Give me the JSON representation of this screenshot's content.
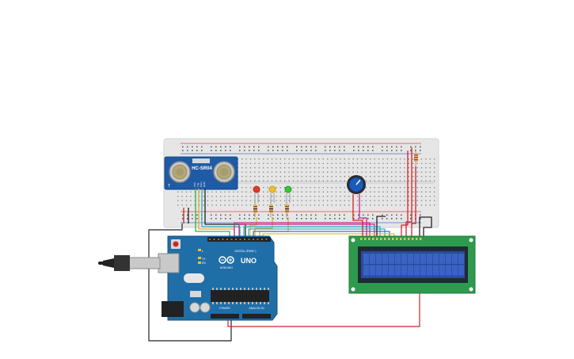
{
  "colors": {
    "background": "#ffffff",
    "breadboard": "#e6e6e6",
    "breadboard_hole": "#5a5a5a",
    "rail_red": "#d94b4b",
    "rail_blue": "#4b6fd9",
    "sensor_board": "#1f5aa6",
    "arduino_board": "#1f6ea8",
    "arduino_dark": "#174f7e",
    "header_black": "#222222",
    "lcd_board": "#2e9a4e",
    "lcd_bezel": "#1f2a33",
    "lcd_screen": "#2a4c9e",
    "lcd_cell": "#3a63c4",
    "pot_blue": "#1c5bb8",
    "wire_red": "#d2232a",
    "wire_black": "#222222",
    "wire_green": "#2bb34a",
    "wire_orange": "#e8a23a",
    "wire_yellow": "#e3c21c",
    "wire_magenta": "#c2288f",
    "wire_cyan": "#2bb3c4",
    "wire_blue": "#3a6fc4",
    "led_red": "#e23a2a",
    "led_yellow": "#f0c02a",
    "led_green": "#3ac43a"
  },
  "components": {
    "sensor": {
      "label": "HC-SR04",
      "pin_labels": [
        "VCC",
        "Trig",
        "Echo",
        "GND"
      ],
      "corner_mark": "T"
    },
    "arduino": {
      "brand": "ARDUINO",
      "model": "UNO",
      "digital_label": "DIGITAL (PWM~)",
      "power_label": "POWER",
      "analog_label": "ANALOG IN",
      "led_label": "L",
      "tx_label": "TX",
      "rx_label": "RX"
    },
    "leds": [
      "led_red",
      "led_yellow",
      "led_green"
    ],
    "lcd": {
      "columns": 16,
      "rows": 2
    },
    "potentiometer": {
      "knob_icon": "knob-icon"
    },
    "usb": {
      "icon": "usb-plug-icon"
    }
  }
}
